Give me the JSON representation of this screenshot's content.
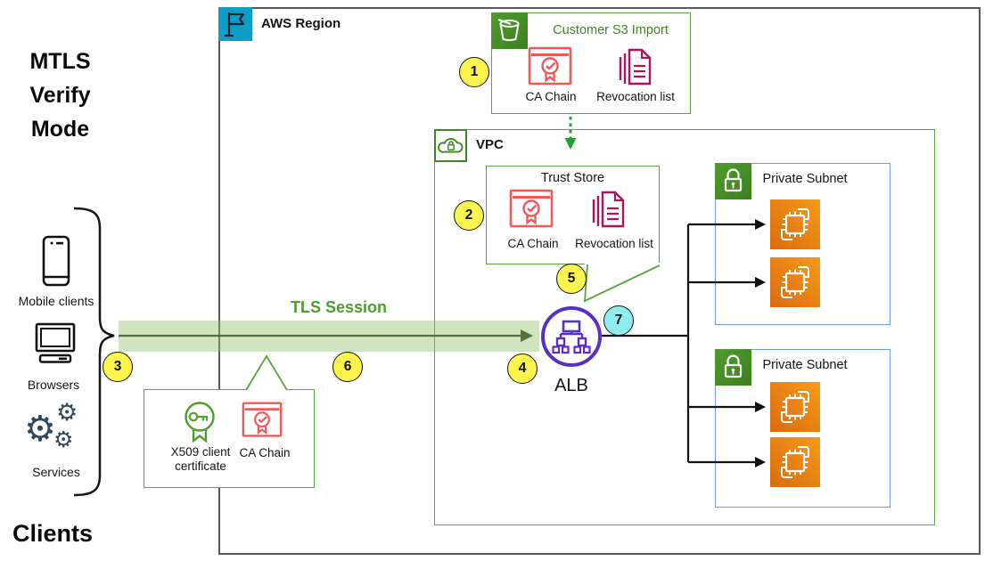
{
  "page": {
    "mode_title": "MTLS Verify Mode",
    "clients_title": "Clients"
  },
  "client_groups": {
    "mobile": "Mobile clients",
    "browsers": "Browsers",
    "services": "Services"
  },
  "region": {
    "label": "AWS Region"
  },
  "s3_import": {
    "title": "Customer S3 Import",
    "ca_chain_label": "CA Chain",
    "revocation_label": "Revocation list"
  },
  "vpc": {
    "label": "VPC"
  },
  "trust_store": {
    "title": "Trust Store",
    "ca_chain_label": "CA Chain",
    "revocation_label": "Revocation list"
  },
  "tls": {
    "label": "TLS Session"
  },
  "alb": {
    "label": "ALB"
  },
  "subnets": [
    {
      "label": "Private Subnet"
    },
    {
      "label": "Private Subnet"
    }
  ],
  "client_cert_box": {
    "x509_label": "X509 client certificate",
    "ca_chain_label": "CA Chain"
  },
  "steps": {
    "s1": "1",
    "s2": "2",
    "s3": "3",
    "s4": "4",
    "s5": "5",
    "s6": "6",
    "s7": "7"
  },
  "icon_names": [
    "flag-icon",
    "s3-bucket-icon",
    "cloud-lock-icon",
    "lock-icon",
    "certificate-icon",
    "revocation-documents-icon",
    "key-certificate-icon",
    "load-balancer-icon",
    "ec2-instance-icon",
    "mobile-phone-icon",
    "desktop-browser-icon",
    "gears-icon"
  ],
  "colors": {
    "aws_green": "#3F8624",
    "box_border_green": "#5CA23E",
    "region_border_gray": "#57585A",
    "region_icon_teal": "#0E9CC9",
    "certificate_red": "#EE5A5A",
    "revocation_pink": "#B0135E",
    "alb_purple": "#5B2EC5",
    "ec2_orange": "#ED7100",
    "subnet_border_blue": "#6C9CD9",
    "badge_yellow": "#FBF44F",
    "badge_cyan": "#90EDEF",
    "tls_band_green": "rgba(142,190,106,0.42)",
    "tls_text_green": "#4C9C2E",
    "dotted_arrow_green": "#1FA12E"
  }
}
